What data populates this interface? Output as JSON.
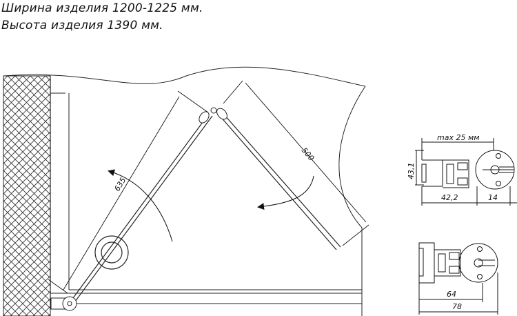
{
  "notes": {
    "width": "Ширина изделия 1200-1225 мм.",
    "height": "Высота изделия 1390 мм."
  },
  "plan": {
    "door_left_length": "635",
    "door_right_length": "500"
  },
  "profile_top": {
    "max_gap": "max 25 мм",
    "height_dim": "43,1",
    "width_dim": "42,2",
    "offset_dim": "14"
  },
  "profile_bottom": {
    "dim_inner": "64",
    "dim_outer": "78"
  }
}
